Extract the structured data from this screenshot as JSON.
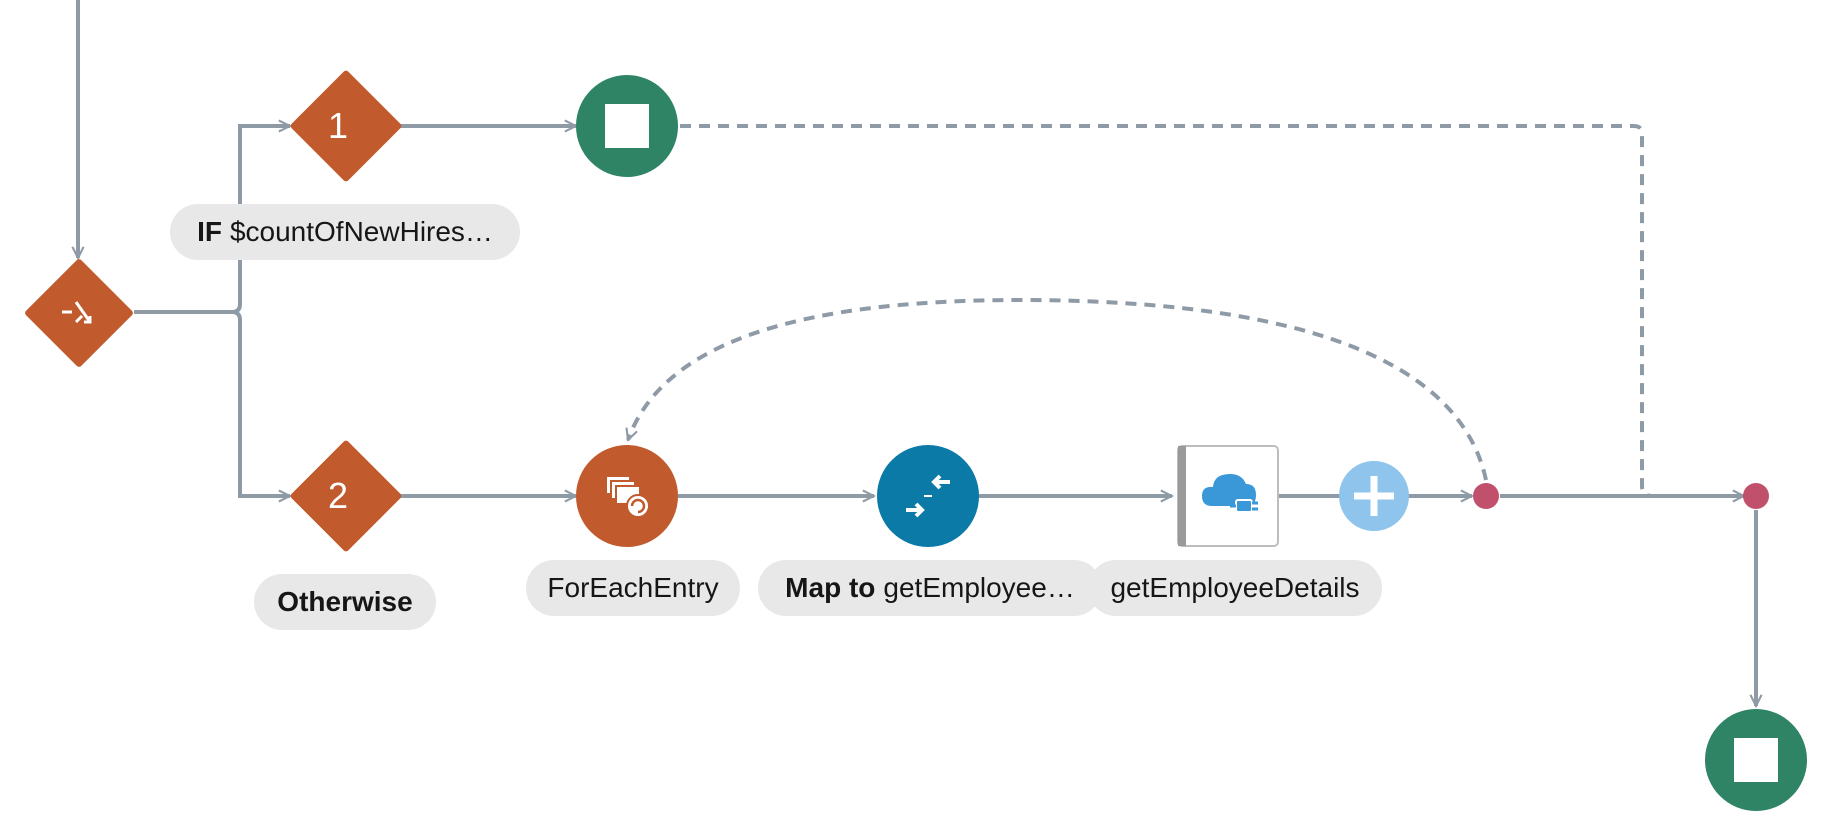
{
  "flow": {
    "switch_node": {
      "icon": "switch-icon",
      "color": "#c15a2c"
    },
    "branch1": {
      "number": "1",
      "condition_keyword": "IF",
      "condition_text": "$countOfNewHires…",
      "end": {
        "icon": "stop-icon"
      }
    },
    "branch2": {
      "number": "2",
      "label": "Otherwise",
      "foreach": {
        "label": "ForEachEntry",
        "icon": "for-each-icon"
      },
      "map": {
        "keyword": "Map to",
        "label": "getEmployee…",
        "icon": "map-icon"
      },
      "invoke": {
        "label": "getEmployeeDetails",
        "icon": "cloud-adapter-icon"
      },
      "add": {
        "icon": "plus-icon"
      }
    },
    "final_end": {
      "icon": "stop-icon"
    }
  },
  "colors": {
    "orange": "#c15a2c",
    "green": "#2f8466",
    "blue": "#0b7aa6",
    "light_blue": "#8fc4ec",
    "connector": "#8e9aa6",
    "merge_dot": "#c0506c",
    "pill_bg": "#e8e8e8"
  }
}
